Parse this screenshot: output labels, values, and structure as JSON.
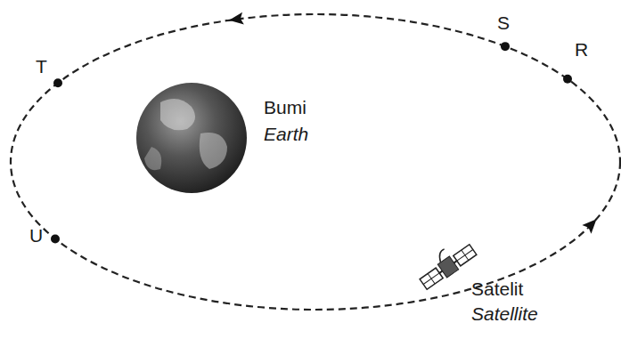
{
  "diagram": {
    "labels": [
      "T",
      "S",
      "R",
      "U",
      "Bumi",
      "Earth",
      "Satelit",
      "Satellite"
    ]
  }
}
